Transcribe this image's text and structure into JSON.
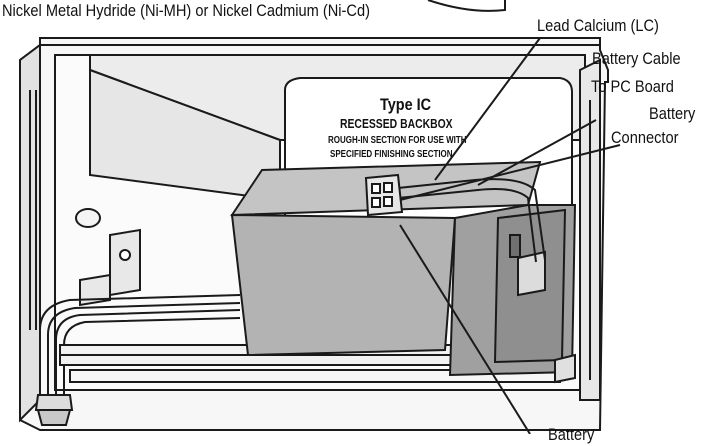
{
  "callouts": {
    "battery_types": "Nickel Metal Hydride (Ni-MH) or Nickel Cadmium (Ni-Cd)",
    "lead_calcium": "Lead Calcium (LC)",
    "battery_cable": "Battery Cable",
    "to_pc_board": "To  PC Board",
    "battery_word": "Battery",
    "connector": "Connector",
    "battery_bottom": "Battery"
  },
  "backbox_label": {
    "type": "Type IC",
    "recessed": "RECESSED BACKBOX",
    "rough_in": "ROUGH-IN SECTION FOR USE WITH",
    "specified": "SPECIFIED FINISHING SECTION"
  },
  "colors": {
    "line": "#1a1a1a",
    "battery_fill": "#b9b9b9",
    "battery_side": "#9a9a9a",
    "box_fill": "#f4f4f4"
  }
}
